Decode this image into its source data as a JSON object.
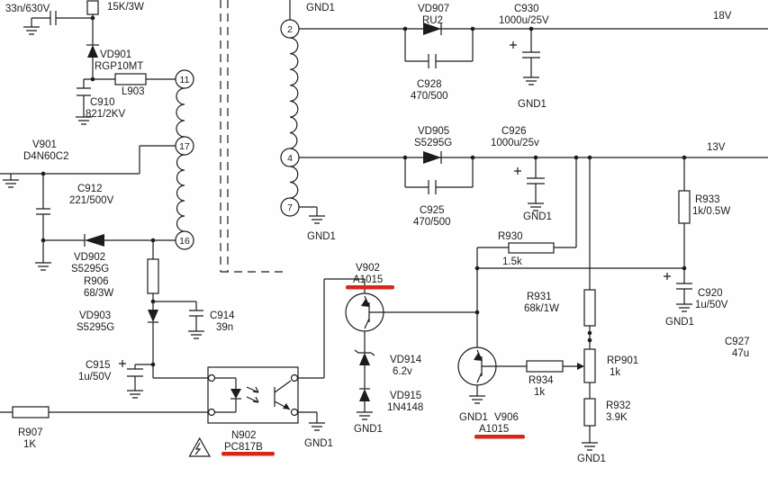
{
  "diagram": {
    "kind": "switch-mode power supply schematic (feedback / secondary rectifier section)"
  },
  "colors": {
    "ink": "#1c1c1c",
    "annotation": "#d6281a",
    "net_label": "#6e6e6e"
  },
  "nets": {
    "v18": "18V",
    "v13": "13V",
    "gnd1": "GND1"
  },
  "transformer": {
    "terminals": [
      "2",
      "4",
      "7",
      "11",
      "17",
      "16"
    ]
  },
  "components": {
    "c_input": {
      "value": "33n/630V"
    },
    "r_top": {
      "value": "15K/3W"
    },
    "vd901": {
      "ref": "VD901",
      "value": "RGP10MT"
    },
    "l903": {
      "ref": "L903"
    },
    "c910": {
      "ref": "C910",
      "value": "821/2KV"
    },
    "v901": {
      "ref": "V901",
      "value": "D4N60C2"
    },
    "c912": {
      "ref": "C912",
      "value": "221/500V"
    },
    "vd902": {
      "ref": "VD902",
      "value": "S5295G"
    },
    "r906": {
      "ref": "R906",
      "value": "68/3W"
    },
    "vd903": {
      "ref": "VD903",
      "value": "S5295G"
    },
    "c914": {
      "ref": "C914",
      "value": "39n"
    },
    "c915": {
      "ref": "C915",
      "value": "1u/50V"
    },
    "r907": {
      "ref": "R907",
      "value": "1K"
    },
    "n902": {
      "ref": "N902",
      "value": "PC817B"
    },
    "v902": {
      "ref": "V902",
      "value": "A1015"
    },
    "vd914": {
      "ref": "VD914",
      "value": "6.2v"
    },
    "vd915": {
      "ref": "VD915",
      "value": "1N4148"
    },
    "v906": {
      "ref": "V906",
      "value": "A1015"
    },
    "r930": {
      "ref": "R930",
      "value": "1.5k"
    },
    "r931": {
      "ref": "R931",
      "value": "68k/1W"
    },
    "r934": {
      "ref": "R934",
      "value": "1k"
    },
    "rp901": {
      "ref": "RP901",
      "value": "1k"
    },
    "r932": {
      "ref": "R932",
      "value": "3.9K"
    },
    "r933": {
      "ref": "R933",
      "value": "1k/0.5W"
    },
    "c920": {
      "ref": "C920",
      "value": "1u/50V"
    },
    "c927": {
      "ref": "C927",
      "value": "47u"
    },
    "vd905": {
      "ref": "VD905",
      "value": "S5295G"
    },
    "vd907": {
      "ref": "VD907",
      "value": "RU2"
    },
    "c925": {
      "ref": "C925",
      "value": "470/500"
    },
    "c926": {
      "ref": "C926",
      "value": "1000u/25v"
    },
    "c928": {
      "ref": "C928",
      "value": "470/500"
    },
    "c930": {
      "ref": "C930",
      "value": "1000u/25V"
    }
  }
}
